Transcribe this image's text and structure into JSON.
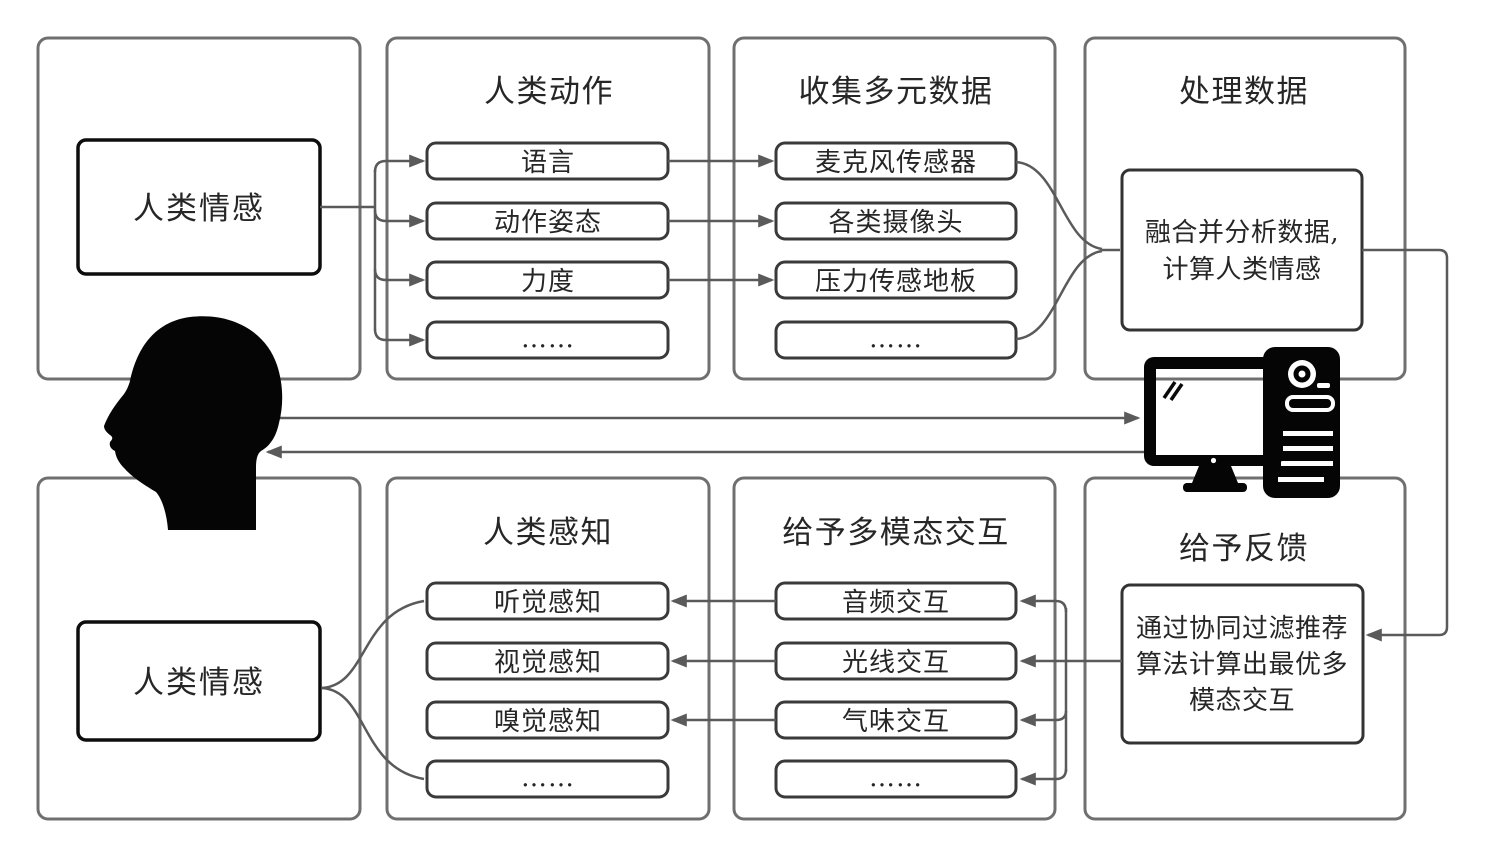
{
  "colors": {
    "outer_border": "#6f6f6f",
    "sub_border": "#3a3a3a",
    "emotion_border": "#0d0d0d",
    "connector": "#5a5a5a",
    "text": "#262626",
    "icon_ink": "#050505",
    "background": "#ffffff"
  },
  "top": {
    "emotion": "人类情感",
    "actions": {
      "title": "人类动作",
      "items": [
        "语言",
        "动作姿态",
        "力度",
        "……"
      ]
    },
    "collect": {
      "title": "收集多元数据",
      "items": [
        "麦克风传感器",
        "各类摄像头",
        "压力传感地板",
        "……"
      ]
    },
    "process": {
      "title": "处理数据",
      "lines": [
        "融合并分析数据,",
        "计算人类情感"
      ]
    }
  },
  "bottom": {
    "emotion": "人类情感",
    "perception": {
      "title": "人类感知",
      "items": [
        "听觉感知",
        "视觉感知",
        "嗅觉感知",
        "……"
      ]
    },
    "interaction": {
      "title": "给予多模态交互",
      "items": [
        "音频交互",
        "光线交互",
        "气味交互",
        "……"
      ]
    },
    "feedback": {
      "title": "给予反馈",
      "lines": [
        "通过协同过滤推荐",
        "算法计算出最优多",
        "模态交互"
      ]
    }
  },
  "icons": {
    "left": "head-silhouette-icon",
    "right": "desktop-computer-icon"
  }
}
